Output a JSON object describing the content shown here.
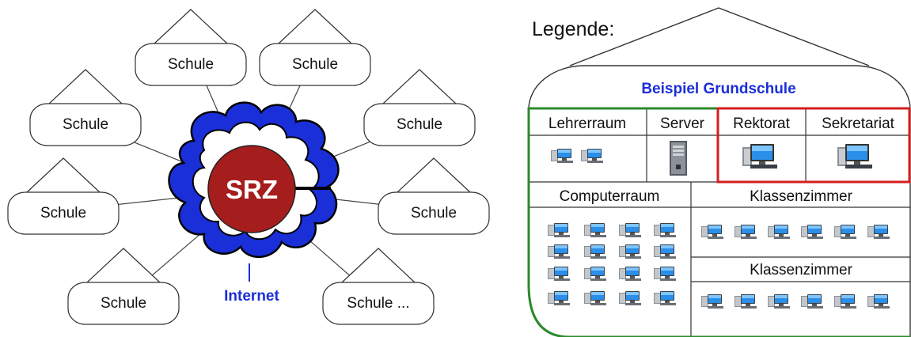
{
  "network": {
    "center_label": "SRZ",
    "internet_label": "Internet",
    "schools": [
      "Schule",
      "Schule",
      "Schule",
      "Schule",
      "Schule",
      "Schule",
      "Schule",
      "Schule ..."
    ]
  },
  "legend": {
    "title": "Legende:",
    "building_title": "Beispiel Grundschule",
    "rooms": {
      "teachers": "Lehrerraum",
      "server": "Server",
      "principal": "Rektorat",
      "office": "Sekretariat",
      "computer_room": "Computerraum",
      "classroom_1": "Klassenzimmer",
      "classroom_2": "Klassenzimmer"
    }
  },
  "colors": {
    "cloud": "#1a2fd8",
    "srz": "#a51d1d",
    "internet_text": "#1a2fd8",
    "title_text": "#1a2fd8",
    "green_border": "#2b8a2b",
    "red_border": "#d41e1e"
  }
}
